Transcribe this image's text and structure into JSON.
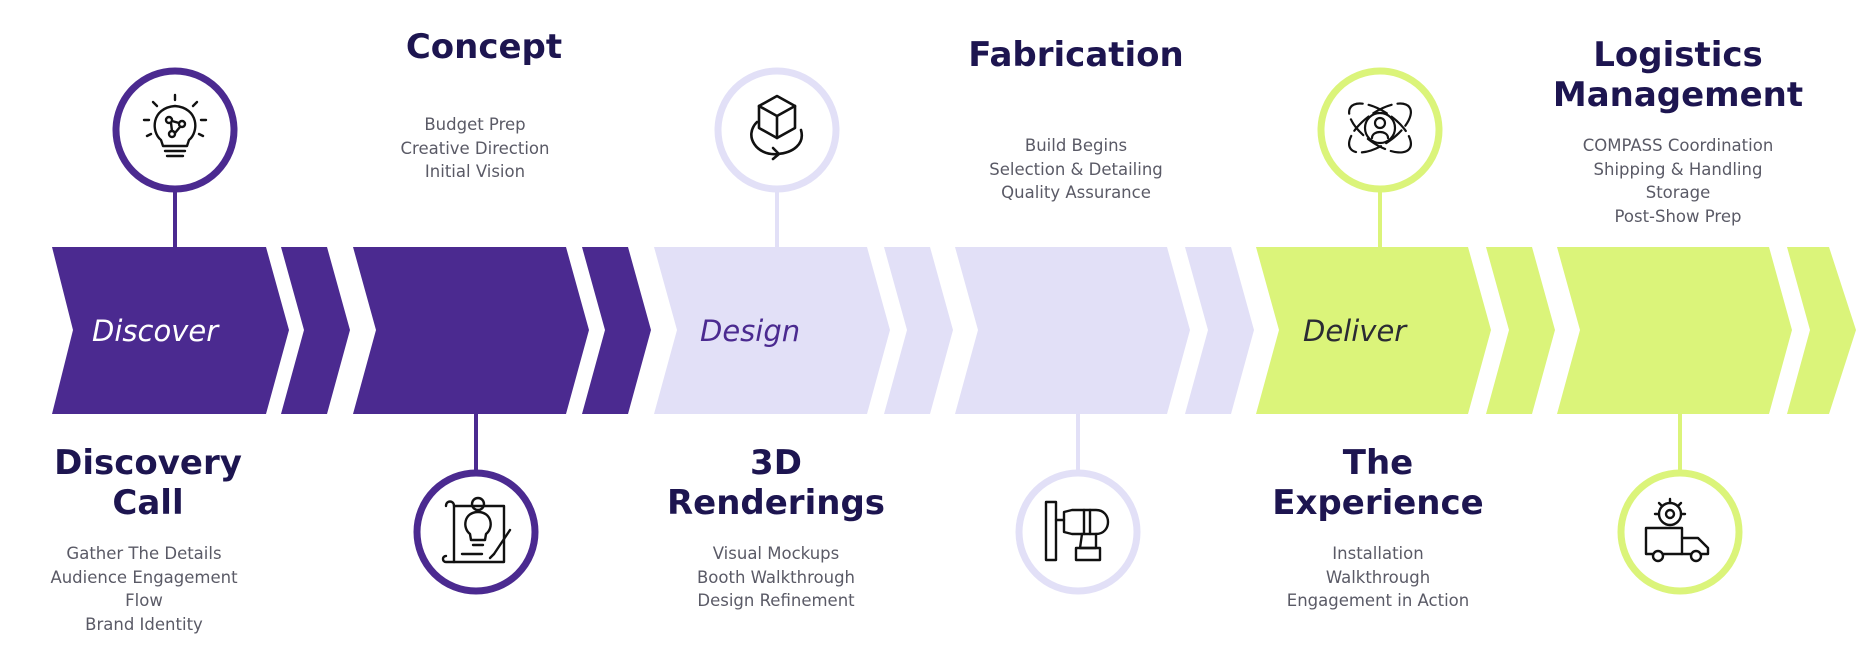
{
  "phases": {
    "discover": "Discover",
    "design": "Design",
    "deliver": "Deliver"
  },
  "steps": {
    "discovery_call": {
      "title": "Discovery\nCall",
      "items": [
        "Gather The Details",
        "Audience Engagement",
        "Flow",
        "Brand Identity"
      ],
      "icon": "lightbulb-idea-icon"
    },
    "concept": {
      "title": "Concept",
      "items": [
        "Budget Prep",
        "Creative Direction",
        "Initial Vision"
      ],
      "icon": "blueprint-lightbulb-icon"
    },
    "renderings": {
      "title": "3D\nRenderings",
      "items": [
        "Visual Mockups",
        "Booth Walkthrough",
        "Design Refinement"
      ],
      "icon": "3d-cube-rotate-icon"
    },
    "fabrication": {
      "title": "Fabrication",
      "items": [
        "Build Begins",
        "Selection & Detailing",
        "Quality Assurance"
      ],
      "icon": "power-drill-icon"
    },
    "experience": {
      "title": "The\nExperience",
      "items": [
        "Installation",
        "Walkthrough",
        "Engagement in Action"
      ],
      "icon": "person-orbit-icon"
    },
    "logistics": {
      "title": "Logistics\nManagement",
      "items": [
        "COMPASS Coordination",
        "Shipping & Handling",
        "Storage",
        "Post-Show Prep"
      ],
      "icon": "delivery-truck-gear-icon"
    }
  },
  "colors": {
    "discover": "#4b2a90",
    "design": "#e2e0f7",
    "deliver": "#dbf47a",
    "title": "#1d1550",
    "body": "#5a5a66"
  }
}
